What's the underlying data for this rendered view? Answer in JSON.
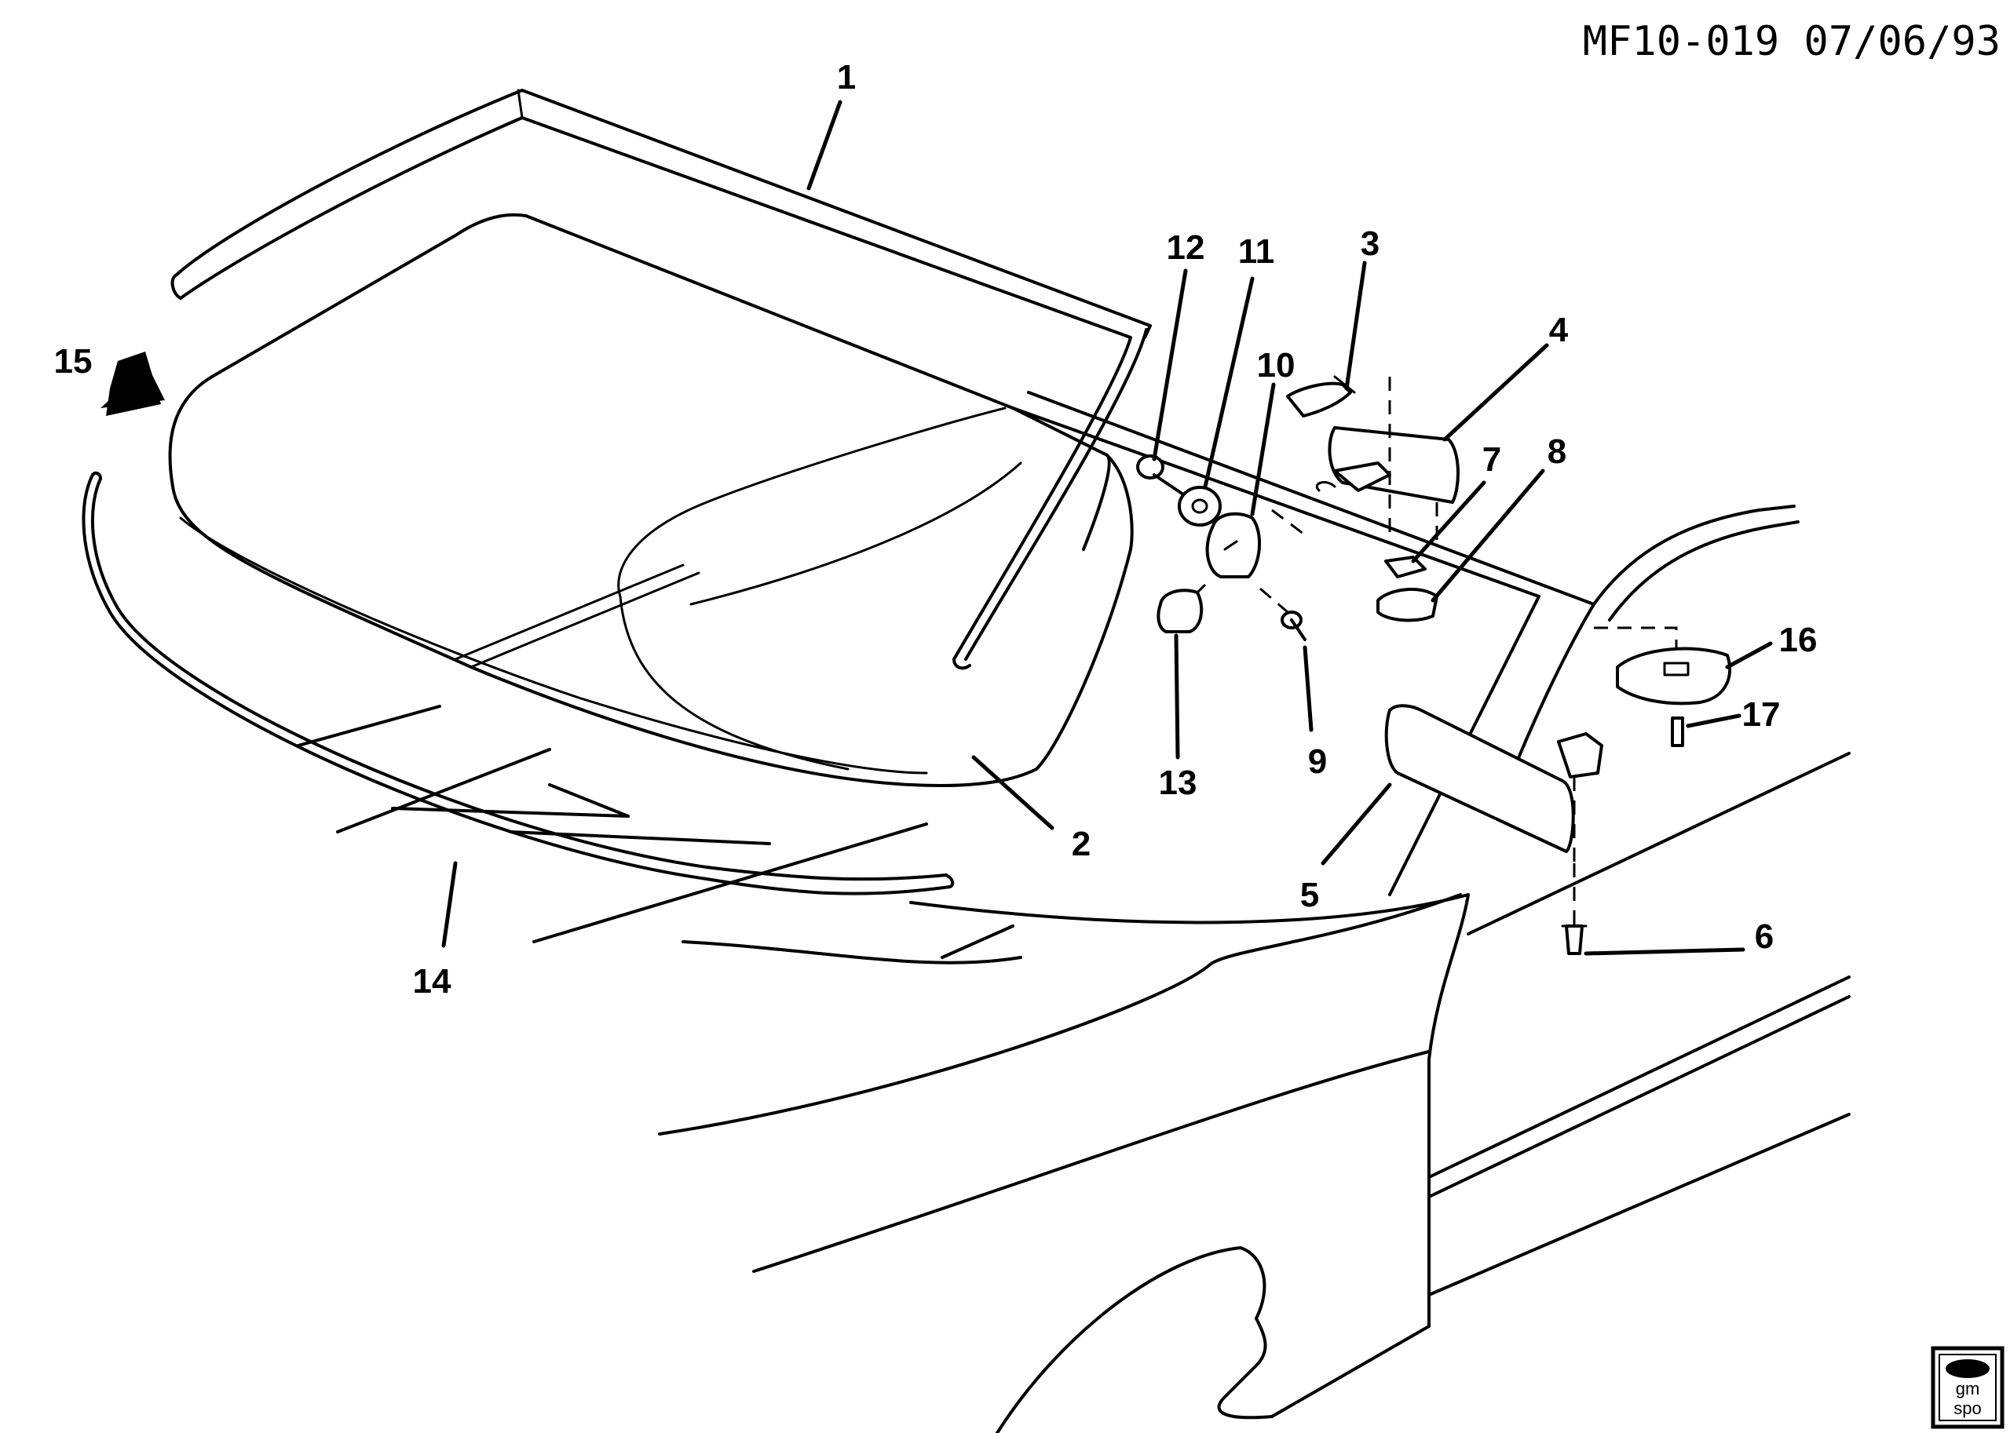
{
  "header": {
    "code": "MF10-019 07/06/93"
  },
  "callouts": [
    {
      "id": "1",
      "label": "1"
    },
    {
      "id": "2",
      "label": "2"
    },
    {
      "id": "3",
      "label": "3"
    },
    {
      "id": "4",
      "label": "4"
    },
    {
      "id": "5",
      "label": "5"
    },
    {
      "id": "6",
      "label": "6"
    },
    {
      "id": "7",
      "label": "7"
    },
    {
      "id": "8",
      "label": "8"
    },
    {
      "id": "9",
      "label": "9"
    },
    {
      "id": "10",
      "label": "10"
    },
    {
      "id": "11",
      "label": "11"
    },
    {
      "id": "12",
      "label": "12"
    },
    {
      "id": "13",
      "label": "13"
    },
    {
      "id": "14",
      "label": "14"
    },
    {
      "id": "15",
      "label": "15"
    },
    {
      "id": "16",
      "label": "16"
    },
    {
      "id": "17",
      "label": "17"
    }
  ],
  "logo": {
    "line1": "gm",
    "line2": "spo"
  }
}
